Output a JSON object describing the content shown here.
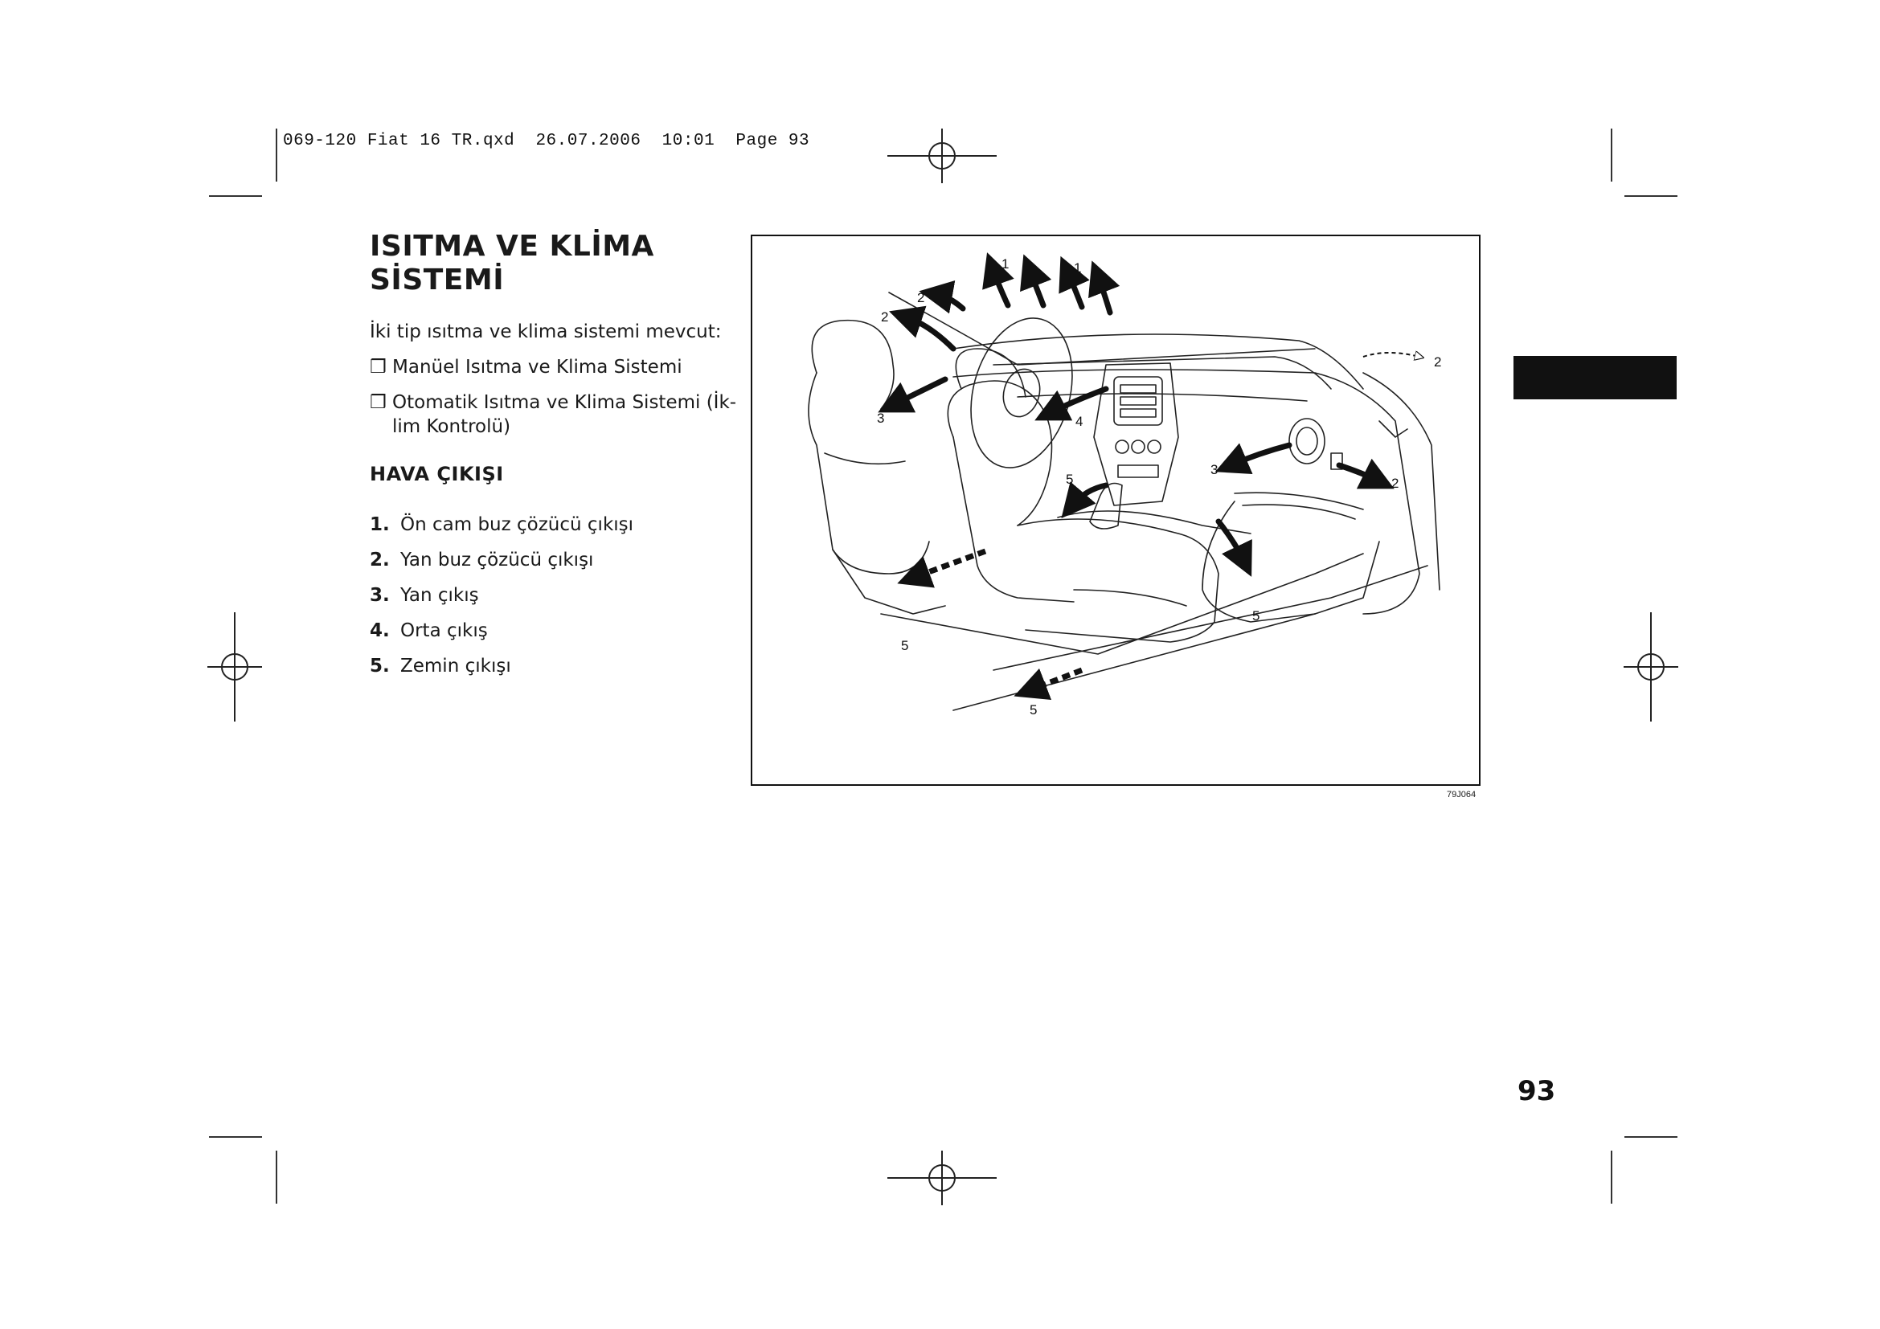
{
  "slug": "069-120 Fiat 16 TR.qxd  26.07.2006  10:01  Page 93",
  "section": {
    "title_line1": "ISITMA VE KLİMA",
    "title_line2": "SİSTEMİ",
    "intro": "İki tip ısıtma ve klima sistemi mevcut:",
    "bullet_symbol": "❒",
    "bullets": [
      "Manüel Isıtma ve Klima Sistemi",
      "Otomatik Isıtma ve Klima Sistemi (İk-lim Kontrolü)"
    ]
  },
  "vents": {
    "heading": "HAVA ÇIKIŞI",
    "items": [
      {
        "num": "1.",
        "label": "Ön cam buz çözücü çıkışı"
      },
      {
        "num": "2.",
        "label": "Yan buz çözücü çıkışı"
      },
      {
        "num": "3.",
        "label": "Yan çıkış"
      },
      {
        "num": "4.",
        "label": "Orta çıkış"
      },
      {
        "num": "5.",
        "label": "Zemin çıkışı"
      }
    ]
  },
  "figure": {
    "code": "79J064",
    "callouts": [
      "1",
      "1",
      "2",
      "2",
      "2",
      "2",
      "3",
      "3",
      "4",
      "5",
      "5",
      "5",
      "5"
    ]
  },
  "page_number": "93"
}
